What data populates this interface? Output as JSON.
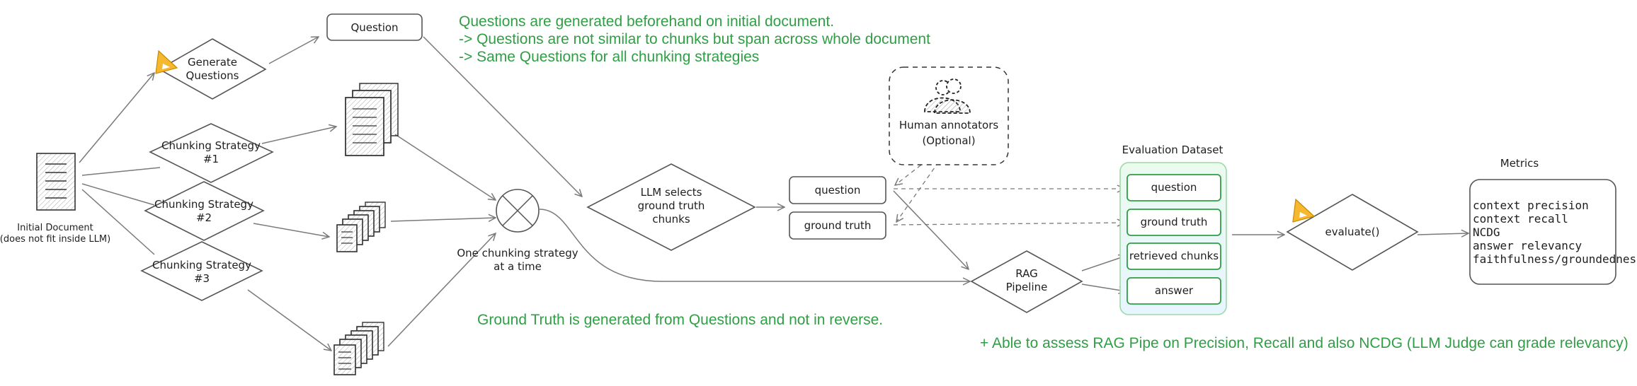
{
  "notes": {
    "top": [
      "Questions are generated beforehand on initial document.",
      "-> Questions are not similar to chunks but span across whole document",
      "-> Same Questions for all chunking strategies"
    ],
    "ground_truth": "Ground Truth is generated from Questions and not in reverse.",
    "bottom_right": "+ Able to assess RAG Pipe on Precision, Recall and also NCDG (LLM Judge can grade relevancy)"
  },
  "nodes": {
    "initial_doc": [
      "Initial Document",
      "(does not fit inside LLM)"
    ],
    "generate_questions": [
      "Generate",
      "Questions"
    ],
    "question_box": "Question",
    "chunking1": [
      "Chunking Strategy",
      "#1"
    ],
    "chunking2": [
      "Chunking Strategy",
      "#2"
    ],
    "chunking3": [
      "Chunking Strategy",
      "#3"
    ],
    "one_strategy": [
      "One chunking strategy",
      "at a time"
    ],
    "llm_selects": [
      "LLM selects",
      "ground truth",
      "chunks"
    ],
    "question": "question",
    "ground_truth": "ground truth",
    "human": [
      "Human annotators",
      "(Optional)"
    ],
    "rag": [
      "RAG",
      "Pipeline"
    ],
    "eval_dataset_title": "Evaluation Dataset",
    "eval_items": [
      "question",
      "ground truth",
      "retrieved chunks",
      "answer"
    ],
    "evaluate": "evaluate()",
    "metrics_title": "Metrics",
    "metrics": [
      "context precision",
      "context recall",
      "NCDG",
      "answer relevancy",
      "faithfulness/groundedness"
    ]
  },
  "colors": {
    "note_green": "#2f9e44",
    "eval_fill_top": "#ebfbee",
    "eval_fill_bottom": "#e7f5ff",
    "ruler_yellow": "#f5b82e"
  }
}
